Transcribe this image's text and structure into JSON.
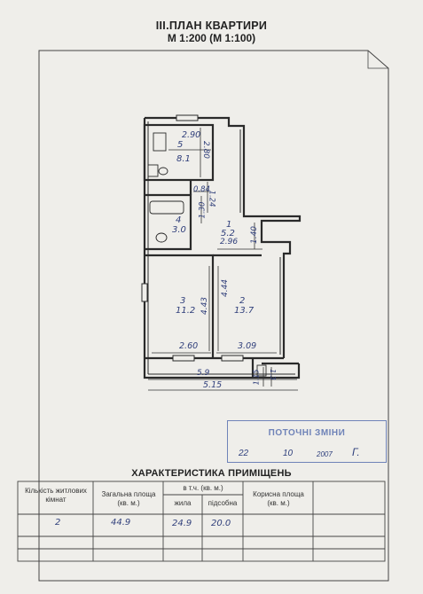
{
  "header": {
    "title": "III.ПЛАН КВАРТИРИ",
    "scale": "М 1:200 (М 1:100)"
  },
  "plan": {
    "rooms": [
      {
        "num": "5",
        "area": "8.1"
      },
      {
        "num": "4",
        "area": "3.0"
      },
      {
        "num": "1",
        "area": "5.2"
      },
      {
        "num": "3",
        "area": "11.2"
      },
      {
        "num": "2",
        "area": "13.7"
      }
    ],
    "dims": {
      "d290": "2.90",
      "d280": "2.80",
      "d084": "0.84",
      "d124": "1.24",
      "d130": "1.30",
      "d296": "2.96",
      "d140": "1.40",
      "d443": "4.43",
      "d444": "4.44",
      "d260": "2.60",
      "d309": "3.09",
      "d59": "5.9",
      "d515": "5.15",
      "d115": "1.15",
      "d13": "1.3"
    }
  },
  "stamp": {
    "heading": "ПОТОЧНІ ЗМІНИ",
    "day": "22",
    "month": "10",
    "year": "2007",
    "signature": "Г."
  },
  "table": {
    "caption": "ХАРАКТЕРИСТИКА ПРИМІЩЕНЬ",
    "headers": {
      "rooms": "Кількість житлових кімнат",
      "total": "Загальна площа (кв. м.)",
      "incl": "в т.ч. (кв. м.)",
      "living": "жила",
      "aux": "підсобна",
      "useful": "Корисна площа (кв. м.)"
    },
    "row": {
      "rooms": "2",
      "total": "44.9",
      "living": "24.9",
      "aux": "20.0",
      "useful": ""
    }
  }
}
